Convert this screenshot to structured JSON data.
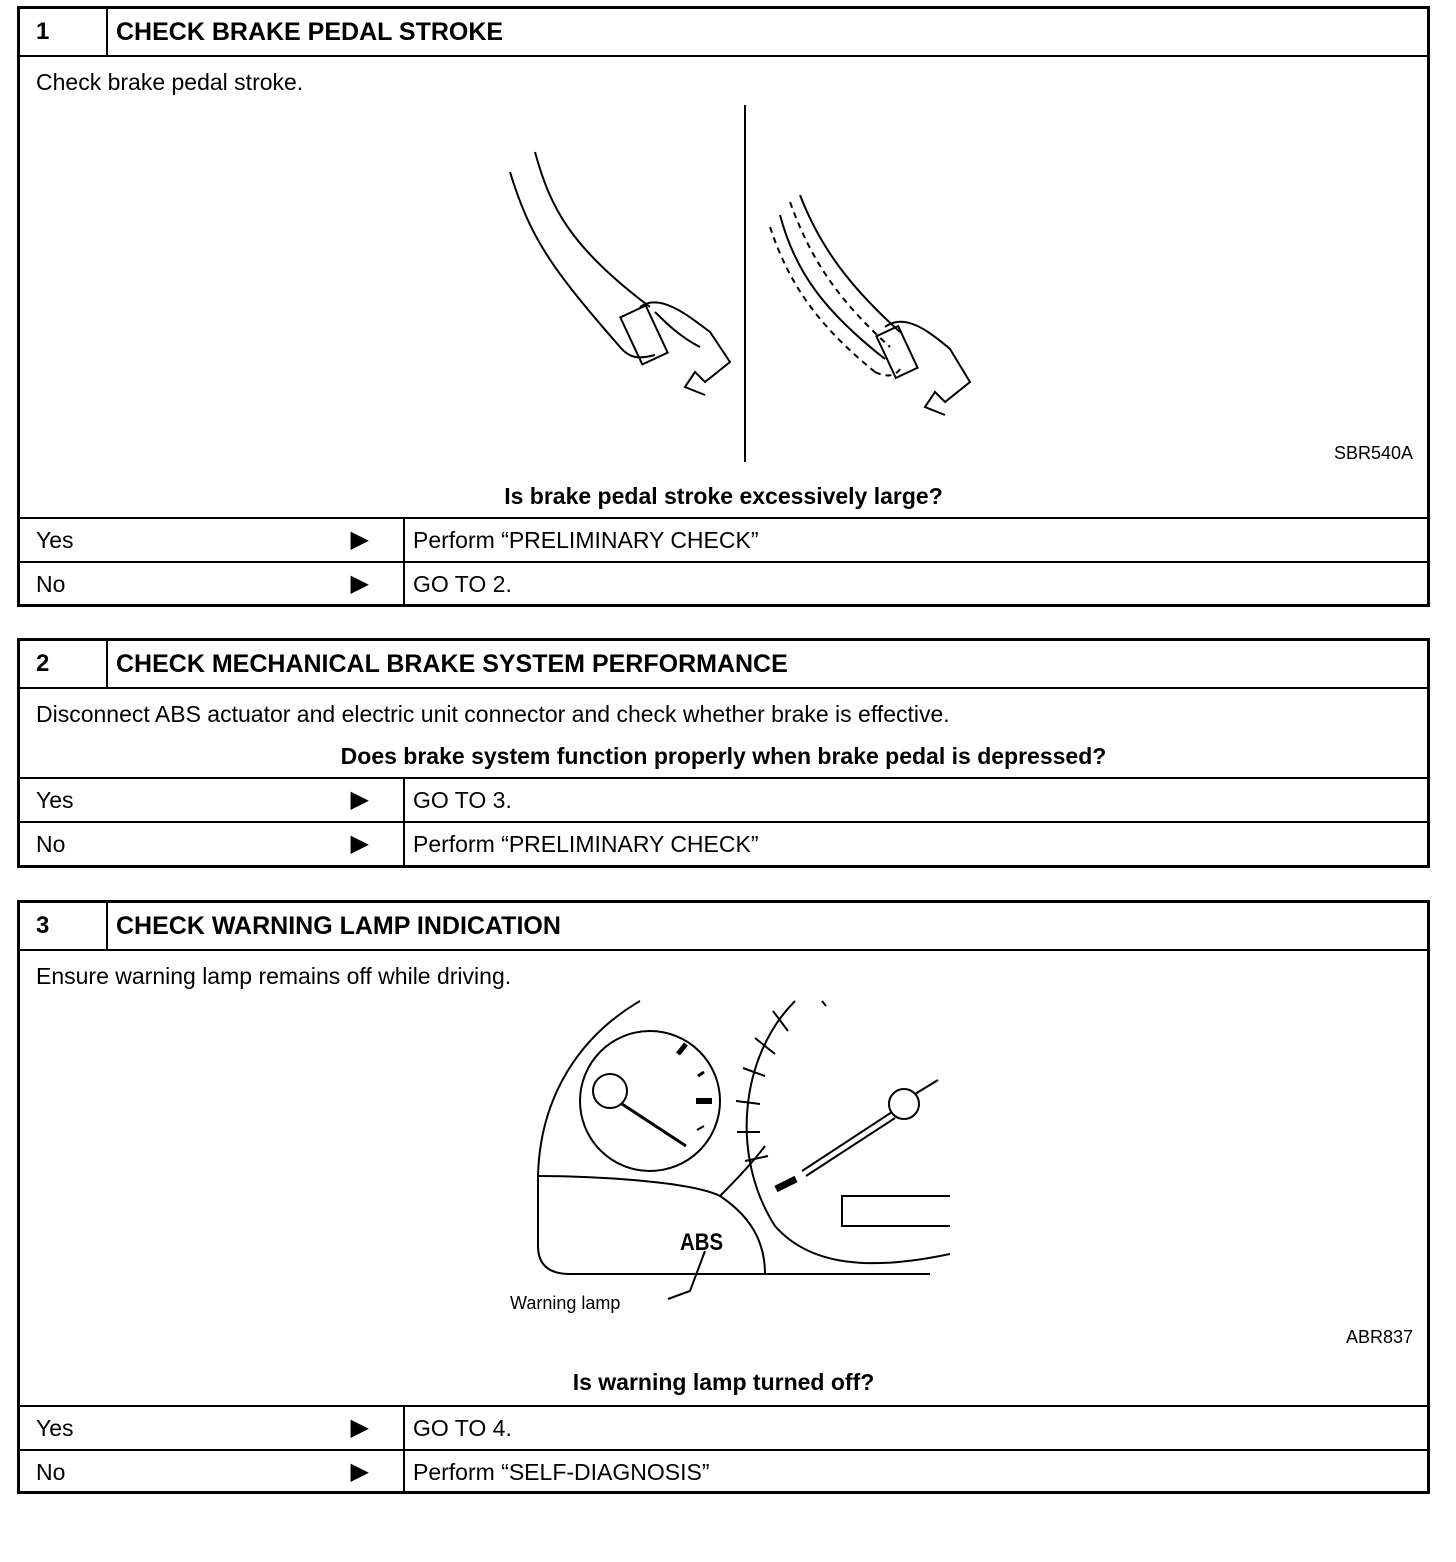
{
  "steps": [
    {
      "number": "1",
      "title": "CHECK BRAKE PEDAL STROKE",
      "instruction": "Check brake pedal stroke.",
      "figure_id": "SBR540A",
      "question": "Is brake pedal stroke excessively large?",
      "answers": [
        {
          "label": "Yes",
          "result": "Perform “PRELIMINARY CHECK”"
        },
        {
          "label": "No",
          "result": "GO TO 2."
        }
      ]
    },
    {
      "number": "2",
      "title": "CHECK MECHANICAL BRAKE SYSTEM PERFORMANCE",
      "instruction": "Disconnect ABS actuator and electric unit connector and check whether brake is effective.",
      "question": "Does brake system function properly when brake pedal is depressed?",
      "answers": [
        {
          "label": "Yes",
          "result": "GO TO 3."
        },
        {
          "label": "No",
          "result": "Perform “PRELIMINARY CHECK”"
        }
      ]
    },
    {
      "number": "3",
      "title": "CHECK WARNING LAMP INDICATION",
      "instruction": "Ensure warning lamp remains off while driving.",
      "figure_id": "ABR837",
      "figure_labels": {
        "lamp_text": "ABS",
        "callout": "Warning lamp"
      },
      "question": "Is warning lamp turned off?",
      "answers": [
        {
          "label": "Yes",
          "result": "GO TO 4."
        },
        {
          "label": "No",
          "result": "Perform “SELF-DIAGNOSIS”"
        }
      ]
    }
  ],
  "icons": {
    "answer_arrow": "right-triangle-arrow-icon"
  }
}
